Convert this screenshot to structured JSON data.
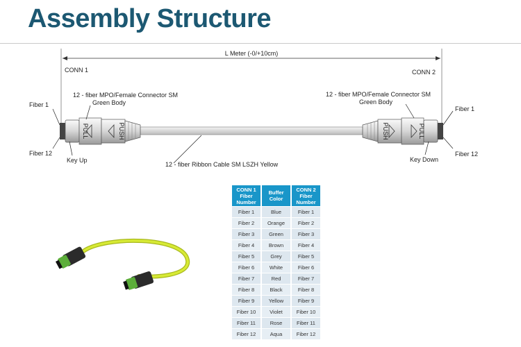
{
  "page": {
    "title": "Assembly Structure"
  },
  "diagram": {
    "length_label": "L Meter (-0/+10cm)",
    "conn1_label": "CONN 1",
    "conn2_label": "CONN 2",
    "left_connector": {
      "line1": "12 - fiber MPO/Female Connector SM",
      "line2": "Green Body"
    },
    "right_connector": {
      "line1": "12 - fiber MPO/Female Connector SM",
      "line2": "Green Body"
    },
    "left_fiber_top": "Fiber 1",
    "left_fiber_bottom": "Fiber 12",
    "right_fiber_top": "Fiber 1",
    "right_fiber_bottom": "Fiber 12",
    "key_up": "Key Up",
    "key_down": "Key Down",
    "cable_label": "12 - fiber Ribbon Cable SM LSZH Yellow",
    "pull_text": "PULL",
    "push_text": "PUSH",
    "colors": {
      "cable": "#d9d9d9",
      "photo_cable": "#cfe22a",
      "connector_green": "#5cae3a"
    }
  },
  "table": {
    "headers": [
      "CONN 1 Fiber Number",
      "Buffer Color",
      "CONN 2 Fiber Number"
    ],
    "rows": [
      [
        "Fiber 1",
        "Blue",
        "Fiber 1"
      ],
      [
        "Fiber 2",
        "Orange",
        "Fiber 2"
      ],
      [
        "Fiber 3",
        "Green",
        "Fiber 3"
      ],
      [
        "Fiber 4",
        "Brown",
        "Fiber 4"
      ],
      [
        "Fiber 5",
        "Grey",
        "Fiber 5"
      ],
      [
        "Fiber 6",
        "White",
        "Fiber 6"
      ],
      [
        "Fiber 7",
        "Red",
        "Fiber 7"
      ],
      [
        "Fiber 8",
        "Black",
        "Fiber 8"
      ],
      [
        "Fiber 9",
        "Yellow",
        "Fiber 9"
      ],
      [
        "Fiber 10",
        "Violet",
        "Fiber 10"
      ],
      [
        "Fiber 11",
        "Rose",
        "Fiber 11"
      ],
      [
        "Fiber 12",
        "Aqua",
        "Fiber 12"
      ]
    ],
    "header_color": "#1996c9"
  }
}
